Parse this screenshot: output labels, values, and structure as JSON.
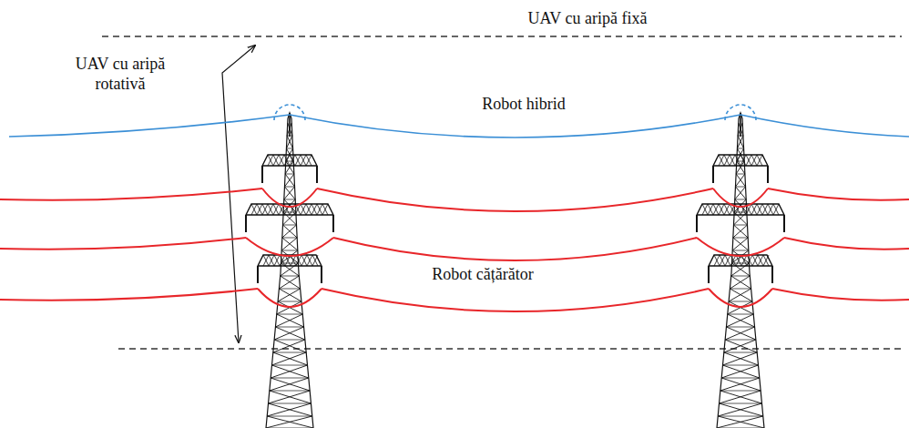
{
  "diagram": {
    "labels": [
      "UAV cu aripă fixă",
      "UAV cu aripă rotativă",
      "Robot hibrid",
      "Robot cățărător"
    ]
  }
}
